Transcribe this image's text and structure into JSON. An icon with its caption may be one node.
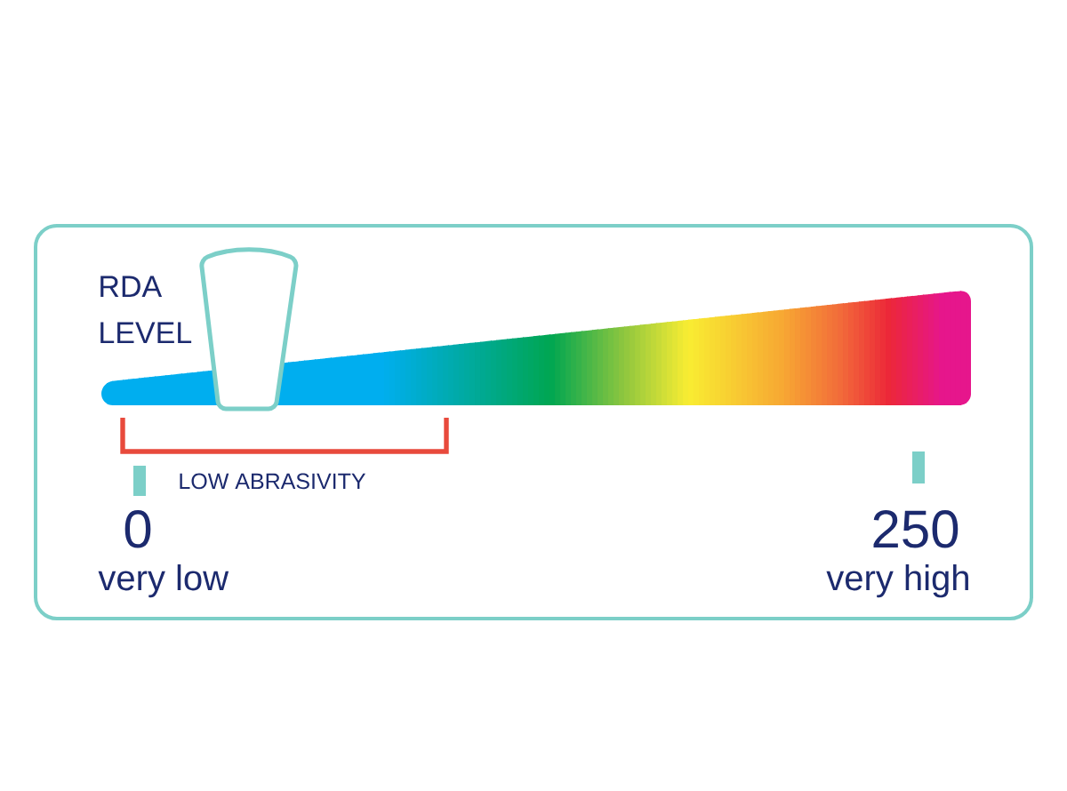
{
  "diagram": {
    "nodes": [
      {
        "text": [],
        "shape": "box"
      }
    ],
    "labels": [
      "RDA LEVEL",
      "LOW ABRASIVITY",
      "0",
      "250",
      "very low",
      "very high"
    ]
  }
}
